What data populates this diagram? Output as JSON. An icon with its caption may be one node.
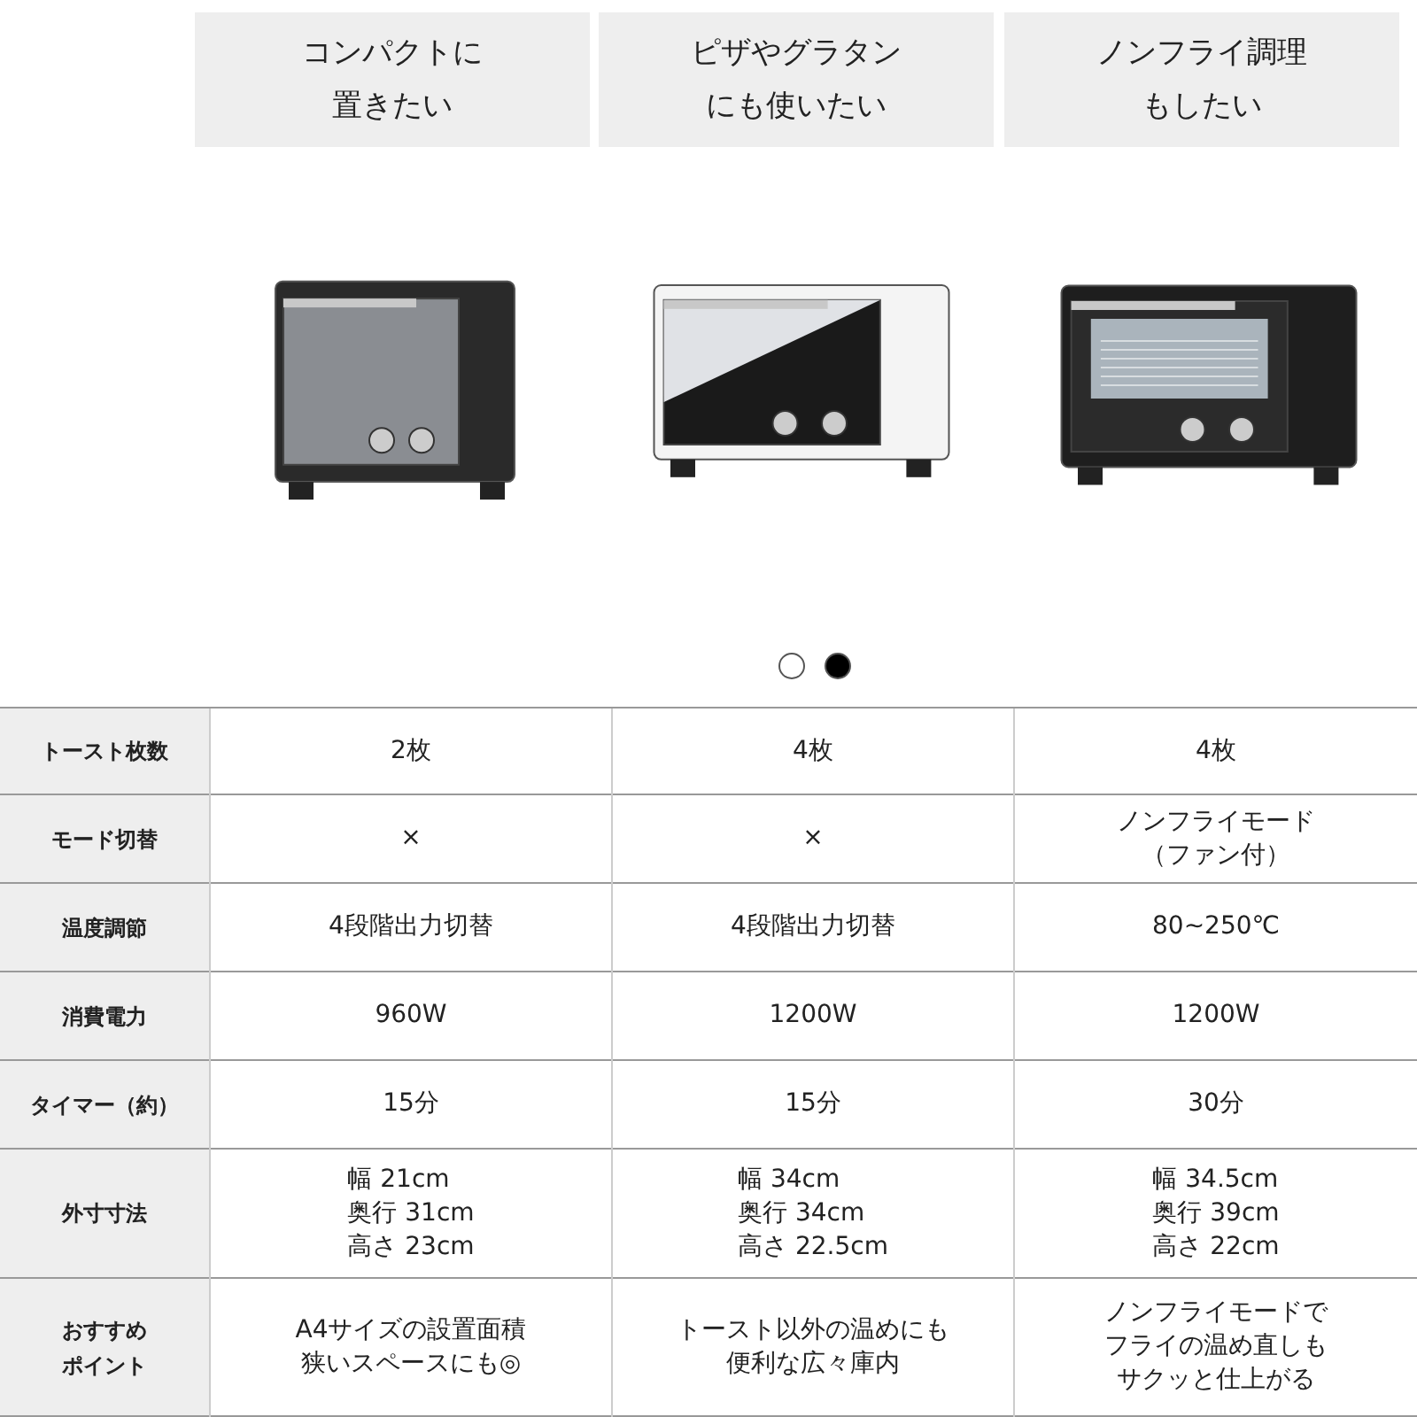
{
  "diagram": {
    "labels": [
      "コンパクトに置きたい",
      "ピザやグラタンにも使いたい",
      "ノンフライ調理もしたい",
      "トースト枚数",
      "2枚",
      "4枚",
      "4枚",
      "モード切替",
      "×",
      "×",
      "ノンフライモード（ファン付）",
      "温度調節",
      "4段階出力切替",
      "4段階出力切替",
      "80~250℃",
      "消費電力",
      "960W",
      "1200W",
      "1200W",
      "タイマー（約）",
      "15分",
      "15分",
      "30分",
      "外寸寸法",
      "幅 21cm",
      "奥行 31cm",
      "高さ 23cm",
      "幅 34cm",
      "奥行 34cm",
      "高さ 22.5cm",
      "幅 34.5cm",
      "奥行 39cm",
      "高さ 22cm",
      "おすすめポイント",
      "A4サイズの設置面積狭いスペースにも◎",
      "トースト以外の温めにも便利な広々庫内",
      "ノンフライモードでフライの温め直しもサクッと仕上がる"
    ]
  }
}
